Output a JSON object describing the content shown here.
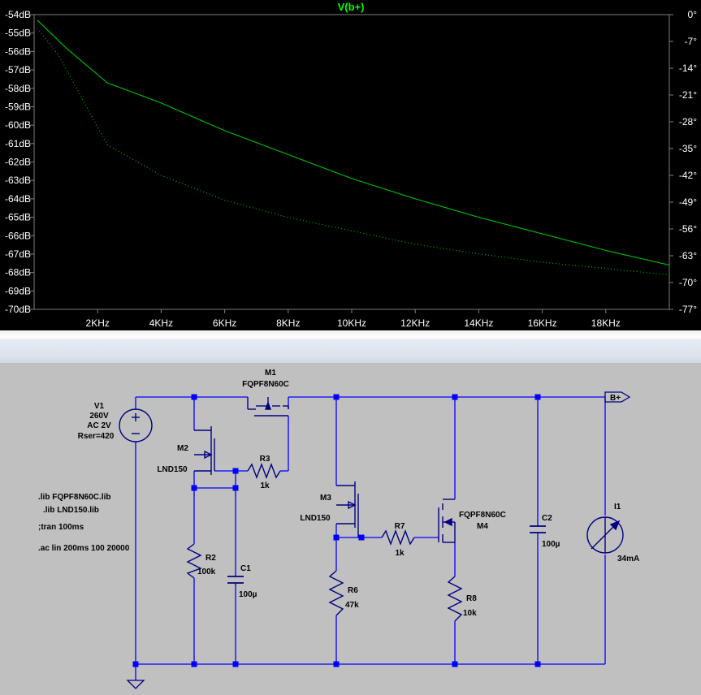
{
  "window": {
    "title": "V(b+)",
    "colors": {
      "plot_bg": "#000000",
      "magnitude": "#00c400",
      "phase": "#00c400",
      "axis_text": "#ffffff",
      "title_color": "#00ff00",
      "schematic_bg": "#c0c0c0",
      "wire": "#0000ff",
      "component": "#000080",
      "label": "#000000"
    }
  },
  "chart_data": {
    "type": "line",
    "title": "V(b+)",
    "xlabel": "",
    "ylabel": "",
    "xlim": [
      0,
      20000
    ],
    "ylim_left": [
      -70,
      -54
    ],
    "ylim_right": [
      -77,
      0
    ],
    "x_ticks": [
      {
        "value": 2000,
        "label": "2KHz"
      },
      {
        "value": 4000,
        "label": "4KHz"
      },
      {
        "value": 6000,
        "label": "6KHz"
      },
      {
        "value": 8000,
        "label": "8KHz"
      },
      {
        "value": 10000,
        "label": "10KHz"
      },
      {
        "value": 12000,
        "label": "12KHz"
      },
      {
        "value": 14000,
        "label": "14KHz"
      },
      {
        "value": 16000,
        "label": "16KHz"
      },
      {
        "value": 18000,
        "label": "18KHz"
      }
    ],
    "y_ticks_left": [
      {
        "value": -54,
        "label": "-54dB"
      },
      {
        "value": -55,
        "label": "-55dB"
      },
      {
        "value": -56,
        "label": "-56dB"
      },
      {
        "value": -57,
        "label": "-57dB"
      },
      {
        "value": -58,
        "label": "-58dB"
      },
      {
        "value": -59,
        "label": "-59dB"
      },
      {
        "value": -60,
        "label": "-60dB"
      },
      {
        "value": -61,
        "label": "-61dB"
      },
      {
        "value": -62,
        "label": "-62dB"
      },
      {
        "value": -63,
        "label": "-63dB"
      },
      {
        "value": -64,
        "label": "-64dB"
      },
      {
        "value": -65,
        "label": "-65dB"
      },
      {
        "value": -66,
        "label": "-66dB"
      },
      {
        "value": -67,
        "label": "-67dB"
      },
      {
        "value": -68,
        "label": "-68dB"
      },
      {
        "value": -69,
        "label": "-69dB"
      },
      {
        "value": -70,
        "label": "-70dB"
      }
    ],
    "y_ticks_right": [
      {
        "value": 0,
        "label": "0°"
      },
      {
        "value": -7,
        "label": "-7°"
      },
      {
        "value": -14,
        "label": "-14°"
      },
      {
        "value": -21,
        "label": "-21°"
      },
      {
        "value": -28,
        "label": "-28°"
      },
      {
        "value": -35,
        "label": "-35°"
      },
      {
        "value": -42,
        "label": "-42°"
      },
      {
        "value": -49,
        "label": "-49°"
      },
      {
        "value": -56,
        "label": "-56°"
      },
      {
        "value": -63,
        "label": "-63°"
      },
      {
        "value": -70,
        "label": "-70°"
      },
      {
        "value": -77,
        "label": "-77°"
      }
    ],
    "series": [
      {
        "style": "solid",
        "axis": "left",
        "x": [
          100,
          1000,
          2300,
          4000,
          6000,
          8000,
          10000,
          12000,
          14000,
          16000,
          18000,
          20000
        ],
        "y": [
          -54.3,
          -55.8,
          -57.7,
          -58.8,
          -60.3,
          -61.6,
          -62.9,
          -64.0,
          -65.0,
          -65.9,
          -66.8,
          -67.6
        ]
      },
      {
        "style": "dotted",
        "axis": "right",
        "x": [
          100,
          800,
          2300,
          4000,
          6000,
          8000,
          10000,
          12000,
          14000,
          16000,
          18000,
          20000
        ],
        "y": [
          -3.5,
          -11,
          -34,
          -42,
          -48.5,
          -53,
          -56.5,
          -60,
          -62.5,
          -64.7,
          -66.3,
          -68
        ]
      }
    ]
  },
  "schematic": {
    "labels": {
      "v1_name": "V1",
      "v1_voltage": "260V",
      "v1_ac": "AC 2V",
      "v1_rser": "Rser=420",
      "m1_name": "M1",
      "m1_model": "FQPF8N60C",
      "m2_name": "M2",
      "m2_model": "LND150",
      "r3_name": "R3",
      "r3_value": "1k",
      "r2_name": "R2",
      "r2_value": "100k",
      "c1_name": "C1",
      "c1_value": "100µ",
      "m3_name": "M3",
      "m3_model": "LND150",
      "r7_name": "R7",
      "r7_value": "1k",
      "r6_name": "R6",
      "r6_value": "47k",
      "m4_name": "M4",
      "m4_model": "FQPF8N60C",
      "r8_name": "R8",
      "r8_value": "10k",
      "c2_name": "C2",
      "c2_value": "100µ",
      "i1_name": "I1",
      "i1_value": "34mA",
      "net_label": "B+"
    },
    "directives": [
      ".lib FQPF8N60C.lib",
      ".lib LND150.lib",
      ";tran 100ms",
      ".ac lin 200ms 100 20000"
    ]
  }
}
